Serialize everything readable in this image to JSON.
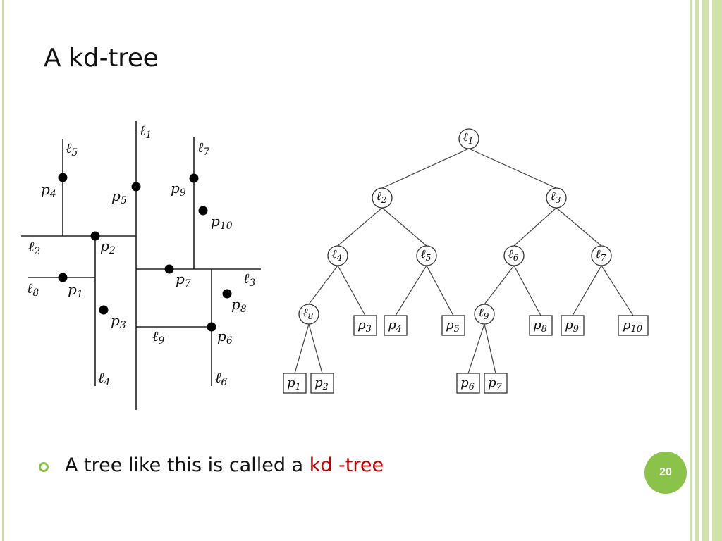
{
  "slide": {
    "title": "A kd-tree",
    "bullet_text": "A tree like this is called a ",
    "bullet_highlight": "kd -tree",
    "page_number": "20",
    "accent_color": "#8bc34a",
    "highlight_color": "#c00000"
  },
  "partition": {
    "lines": [
      {
        "id": "l1",
        "label": "ℓ",
        "sub": "1"
      },
      {
        "id": "l2",
        "label": "ℓ",
        "sub": "2"
      },
      {
        "id": "l3",
        "label": "ℓ",
        "sub": "3"
      },
      {
        "id": "l4",
        "label": "ℓ",
        "sub": "4"
      },
      {
        "id": "l5",
        "label": "ℓ",
        "sub": "5"
      },
      {
        "id": "l6",
        "label": "ℓ",
        "sub": "6"
      },
      {
        "id": "l7",
        "label": "ℓ",
        "sub": "7"
      },
      {
        "id": "l8",
        "label": "ℓ",
        "sub": "8"
      },
      {
        "id": "l9",
        "label": "ℓ",
        "sub": "9"
      }
    ],
    "points": [
      {
        "id": "p1",
        "label": "p",
        "sub": "1"
      },
      {
        "id": "p2",
        "label": "p",
        "sub": "2"
      },
      {
        "id": "p3",
        "label": "p",
        "sub": "3"
      },
      {
        "id": "p4",
        "label": "p",
        "sub": "4"
      },
      {
        "id": "p5",
        "label": "p",
        "sub": "5"
      },
      {
        "id": "p6",
        "label": "p",
        "sub": "6"
      },
      {
        "id": "p7",
        "label": "p",
        "sub": "7"
      },
      {
        "id": "p8",
        "label": "p",
        "sub": "8"
      },
      {
        "id": "p9",
        "label": "p",
        "sub": "9"
      },
      {
        "id": "p10",
        "label": "p",
        "sub": "10"
      }
    ]
  },
  "tree": {
    "internal_nodes": [
      {
        "id": "l1",
        "label": "ℓ",
        "sub": "1"
      },
      {
        "id": "l2",
        "label": "ℓ",
        "sub": "2"
      },
      {
        "id": "l3",
        "label": "ℓ",
        "sub": "3"
      },
      {
        "id": "l4",
        "label": "ℓ",
        "sub": "4"
      },
      {
        "id": "l5",
        "label": "ℓ",
        "sub": "5"
      },
      {
        "id": "l6",
        "label": "ℓ",
        "sub": "6"
      },
      {
        "id": "l7",
        "label": "ℓ",
        "sub": "7"
      },
      {
        "id": "l8",
        "label": "ℓ",
        "sub": "8"
      },
      {
        "id": "l9",
        "label": "ℓ",
        "sub": "9"
      }
    ],
    "leaves": [
      {
        "id": "p1",
        "label": "p",
        "sub": "1"
      },
      {
        "id": "p2",
        "label": "p",
        "sub": "2"
      },
      {
        "id": "p3",
        "label": "p",
        "sub": "3"
      },
      {
        "id": "p4",
        "label": "p",
        "sub": "4"
      },
      {
        "id": "p5",
        "label": "p",
        "sub": "5"
      },
      {
        "id": "p6",
        "label": "p",
        "sub": "6"
      },
      {
        "id": "p7",
        "label": "p",
        "sub": "7"
      },
      {
        "id": "p8",
        "label": "p",
        "sub": "8"
      },
      {
        "id": "p9",
        "label": "p",
        "sub": "9"
      },
      {
        "id": "p10",
        "label": "p",
        "sub": "10"
      }
    ],
    "edges": [
      [
        "l1",
        "l2"
      ],
      [
        "l1",
        "l3"
      ],
      [
        "l2",
        "l4"
      ],
      [
        "l2",
        "l5"
      ],
      [
        "l3",
        "l6"
      ],
      [
        "l3",
        "l7"
      ],
      [
        "l4",
        "l8"
      ],
      [
        "l4",
        "p3"
      ],
      [
        "l5",
        "p4"
      ],
      [
        "l5",
        "p5"
      ],
      [
        "l6",
        "l9"
      ],
      [
        "l6",
        "p8"
      ],
      [
        "l7",
        "p9"
      ],
      [
        "l7",
        "p10"
      ],
      [
        "l8",
        "p1"
      ],
      [
        "l8",
        "p2"
      ],
      [
        "l9",
        "p6"
      ],
      [
        "l9",
        "p7"
      ]
    ]
  }
}
